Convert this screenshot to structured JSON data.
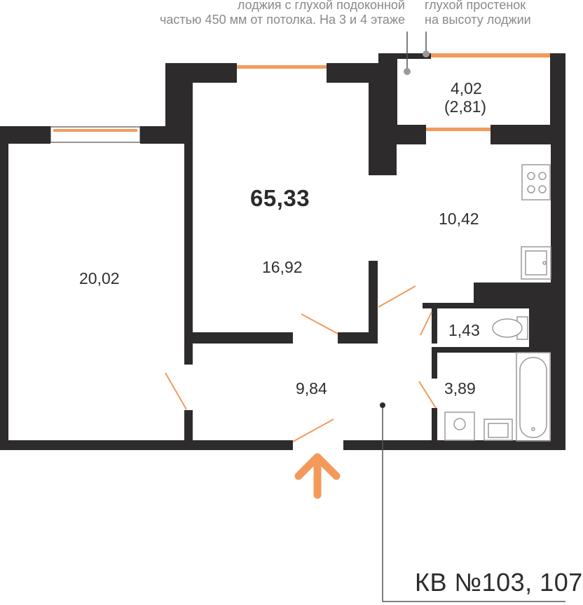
{
  "notes": {
    "loggia_line1": "лоджия с глухой подоконной",
    "loggia_line2": "частью 450 мм от потолка. На 3 и 4 этаже",
    "wall_line1": "глухой простенок",
    "wall_line2": "на высоту лоджии"
  },
  "total_area": "65,33",
  "rooms": {
    "bedroom": "20,02",
    "living": "16,92",
    "kitchen": "10,42",
    "loggia": "4,02",
    "loggia_reduced": "(2,81)",
    "hall": "9,84",
    "toilet": "1,43",
    "bathroom": "3,89"
  },
  "apartment_label": "КВ №103, 107",
  "colors": {
    "wall": "#2d2b2b",
    "accent": "#f39a5b",
    "fixture": "#9a9a9a",
    "leader": "#555555"
  },
  "icons": [
    "entrance-arrow-icon",
    "stove-icon",
    "sink-icon",
    "toilet-icon",
    "bathtub-icon",
    "washing-machine-icon"
  ]
}
